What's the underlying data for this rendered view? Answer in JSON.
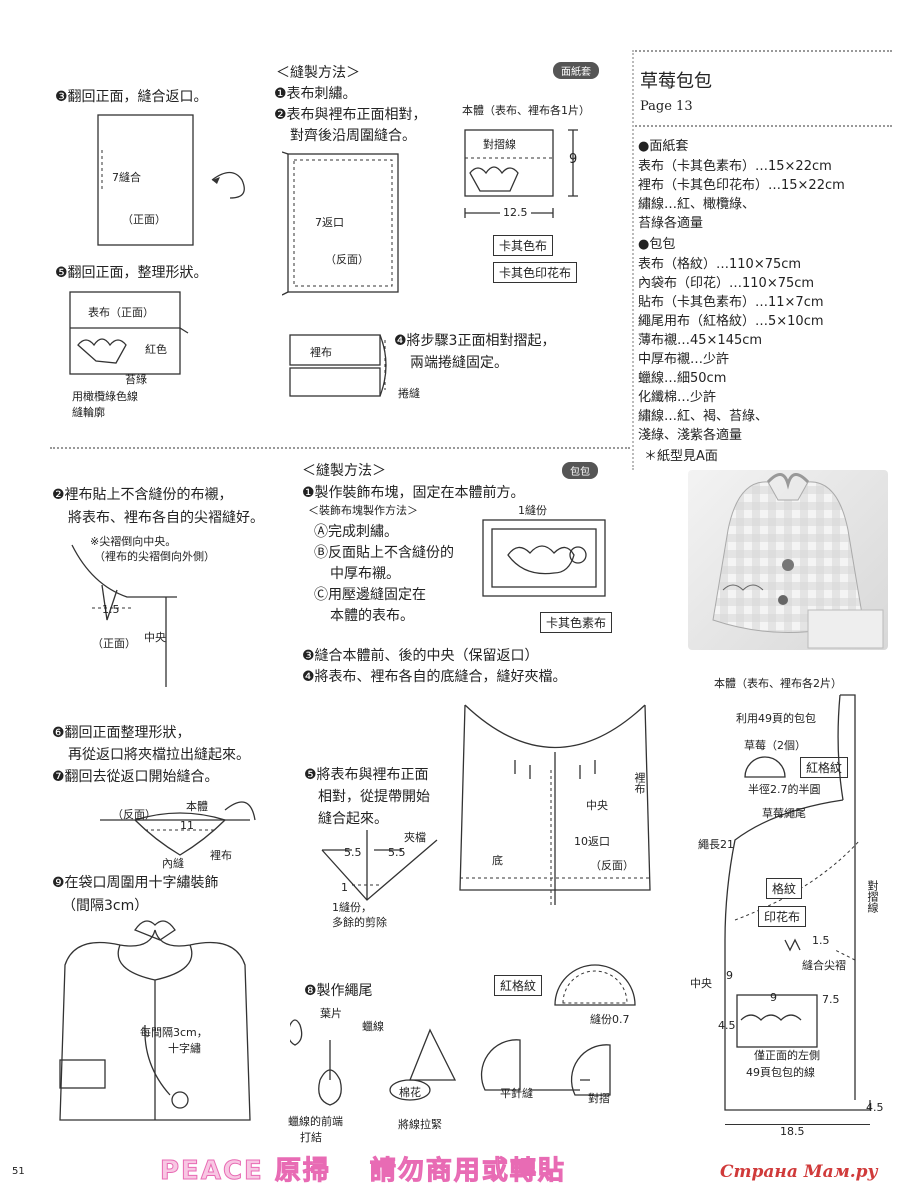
{
  "sidebar": {
    "title": "草莓包包",
    "page_ref": "Page 13",
    "cover_header": "●面紙套",
    "cover_materials": [
      "表布（卡其色素布）…15×22cm",
      "裡布（卡其色印花布）…15×22cm",
      "繡線…紅、橄欖綠、",
      "苔綠各適量"
    ],
    "bag_header": "●包包",
    "bag_materials": [
      "表布（格紋）…110×75cm",
      "內袋布（印花）…110×75cm",
      "貼布（卡其色素布）…11×7cm",
      "繩尾用布（紅格紋）…5×10cm",
      "薄布襯…45×145cm",
      "中厚布襯…少許",
      "蠟線…細50cm",
      "化纖棉…少許",
      "繡線…紅、褐、苔綠、",
      "淺綠、淺紫各適量",
      "＊紙型見A面"
    ]
  },
  "cover_section": {
    "badge": "面紙套",
    "method_title": "＜縫製方法＞",
    "step1": "❶表布刺繡。",
    "step2a": "❷表布與裡布正面相對，",
    "step2b": "對齊後沿周圍縫合。",
    "step3": "❸翻回正面，縫合返口。",
    "step4a": "❹將步驟3正面相對摺起，",
    "step4b": "兩端捲縫固定。",
    "step5": "❺翻回正面，整理形狀。",
    "body_label": "本體（表布、裡布各1片）",
    "fold_line": "對摺線",
    "dim_9": "9",
    "dim_12_5": "12.5",
    "fabric1": "卡其色布",
    "fabric2": "卡其色印花布",
    "opening_7a": "7縫合",
    "front_face": "（正面）",
    "opening_7b": "7返口",
    "back_face": "（反面）",
    "lining": "裡布",
    "whip_stitch": "捲縫",
    "outer_front": "表布（正面）",
    "red": "紅色",
    "moss_green": "苔綠",
    "olive_outline1": "用橄欖綠色線",
    "olive_outline2": "縫輪廓"
  },
  "bag_section": {
    "badge": "包包",
    "method_title": "＜縫製方法＞",
    "step1": "❶製作裝飾布塊，固定在本體前方。",
    "sub_title": "＜裝飾布塊製作方法＞",
    "subA": "Ⓐ完成刺繡。",
    "subB1": "Ⓑ反面貼上不含縫份的",
    "subB2": "中厚布襯。",
    "subC1": "Ⓒ用壓邊縫固定在",
    "subC2": "本體的表布。",
    "seam_1": "1縫份",
    "khaki_plain": "卡其色素布",
    "step3": "❸縫合本體前、後的中央（保留返口）",
    "step4": "❹將表布、裡布各自的底縫合，縫好夾檔。",
    "step2a": "❷裡布貼上不含縫份的布襯，",
    "step2b": "將表布、裡布各自的尖褶縫好。",
    "dart_note1": "※尖褶倒向中央。",
    "dart_note2": "（裡布的尖褶倒向外側）",
    "dim_1_5": "1.5",
    "center": "中央",
    "front_face": "（正面）",
    "step6a": "❻翻回正面整理形狀，",
    "step6b": "再從返口將夾檔拉出縫起來。",
    "step7": "❼翻回去從返口開始縫合。",
    "back_face": "（反面）",
    "body": "本體",
    "dim_11": "11",
    "inner_seam": "內縫",
    "lining": "裡布",
    "step9a": "❾在袋口周圍用十字繡裝飾",
    "step9b": "（間隔3cm）",
    "interval1": "每間隔3cm，",
    "interval2": "十字繡",
    "step5a": "❺將表布與裡布正面",
    "step5b": "相對，從提帶開始",
    "step5c": "縫合起來。",
    "gusset": "夾檔",
    "dim_5_5a": "5.5",
    "dim_5_5b": "5.5",
    "dim_1": "1",
    "seam1_cut1": "1縫份，",
    "seam1_cut2": "多餘的剪除",
    "bottom": "底",
    "lining_v": "裡布",
    "center2": "中央",
    "opening_10": "10返口",
    "back_face2": "（反面）",
    "step8": "❽製作繩尾",
    "red_check": "紅格紋",
    "seam_0_7": "縫份0.7",
    "fold_half": "對摺",
    "running_stitch": "平針縫",
    "cotton": "棉花",
    "pull_thread": "將線拉緊",
    "leaf": "葉片",
    "wax_thread": "蠟線",
    "tie1": "蠟線的前端",
    "tie2": "打結"
  },
  "pattern": {
    "title": "本體（表布、裡布各2片）",
    "use_49": "利用49頁的包包",
    "strawberry": "草莓（2個）",
    "red_check": "紅格紋",
    "half_circle": "半徑2.7的半圓",
    "cord_len": "繩長21",
    "strawberry_cord": "草莓繩尾",
    "check": "格紋",
    "print": "印花布",
    "fold_line": "對摺線",
    "dim_1_5": "1.5",
    "sew_dart": "縫合尖褶",
    "dim_9a": "9",
    "center": "中央",
    "dim_9b": "9",
    "dim_7_5": "7.5",
    "dim_4_5a": "4.5",
    "front_left1": "僅正面的左側",
    "front_left2": "49頁包包的線",
    "dim_4_5b": "4.5",
    "dim_18_5": "18.5"
  },
  "footer": {
    "page_num": "51",
    "banner": "PEACE  原掃　 請勿商用或轉貼",
    "watermark": "Страна Мам.ру"
  }
}
